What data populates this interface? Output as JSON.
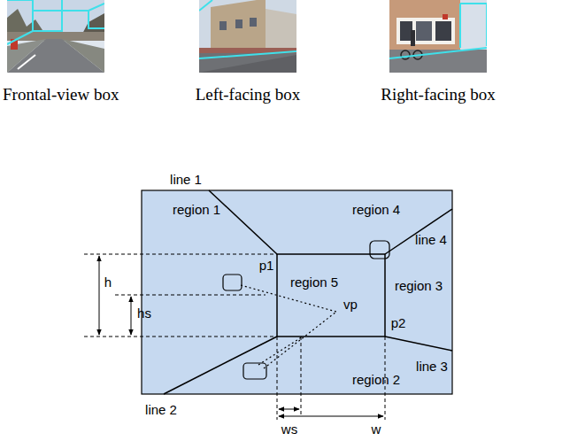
{
  "diagram": {
    "labels": [
      "Frontal-view box",
      "Left-facing box",
      "Right-facing box",
      "line 1",
      "region 1",
      "region 4",
      "p1",
      "line 4",
      "region 5",
      "region 3",
      "h",
      "hs",
      "vp",
      "p2",
      "line 3",
      "region 2",
      "line 2",
      "ws",
      "w"
    ]
  }
}
